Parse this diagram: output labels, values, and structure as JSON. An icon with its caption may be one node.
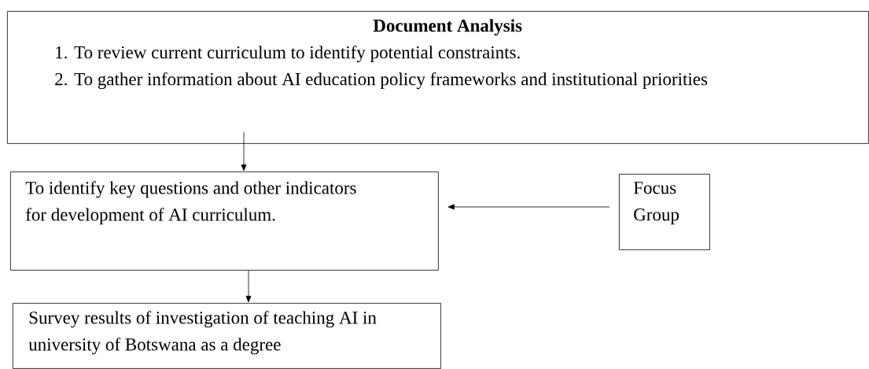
{
  "diagram": {
    "nodes": [
      {
        "text": [
          "Document Analysis",
          "1. To review current curriculum to identify potential constraints.",
          "2. To gather information about AI education policy frameworks and institutional priorities"
        ]
      },
      {
        "text": [
          "To identify key questions and other indicators for development of AI curriculum."
        ]
      },
      {
        "text": [
          "Focus Group"
        ]
      },
      {
        "text": [
          "Survey results of investigation of teaching AI in university of Botswana as a degree"
        ]
      }
    ],
    "edges": [
      {
        "from": 0,
        "to": 1,
        "arrow": "to"
      },
      {
        "from": 2,
        "to": 1,
        "arrow": "to"
      },
      {
        "from": 1,
        "to": 3,
        "arrow": "to"
      }
    ]
  }
}
